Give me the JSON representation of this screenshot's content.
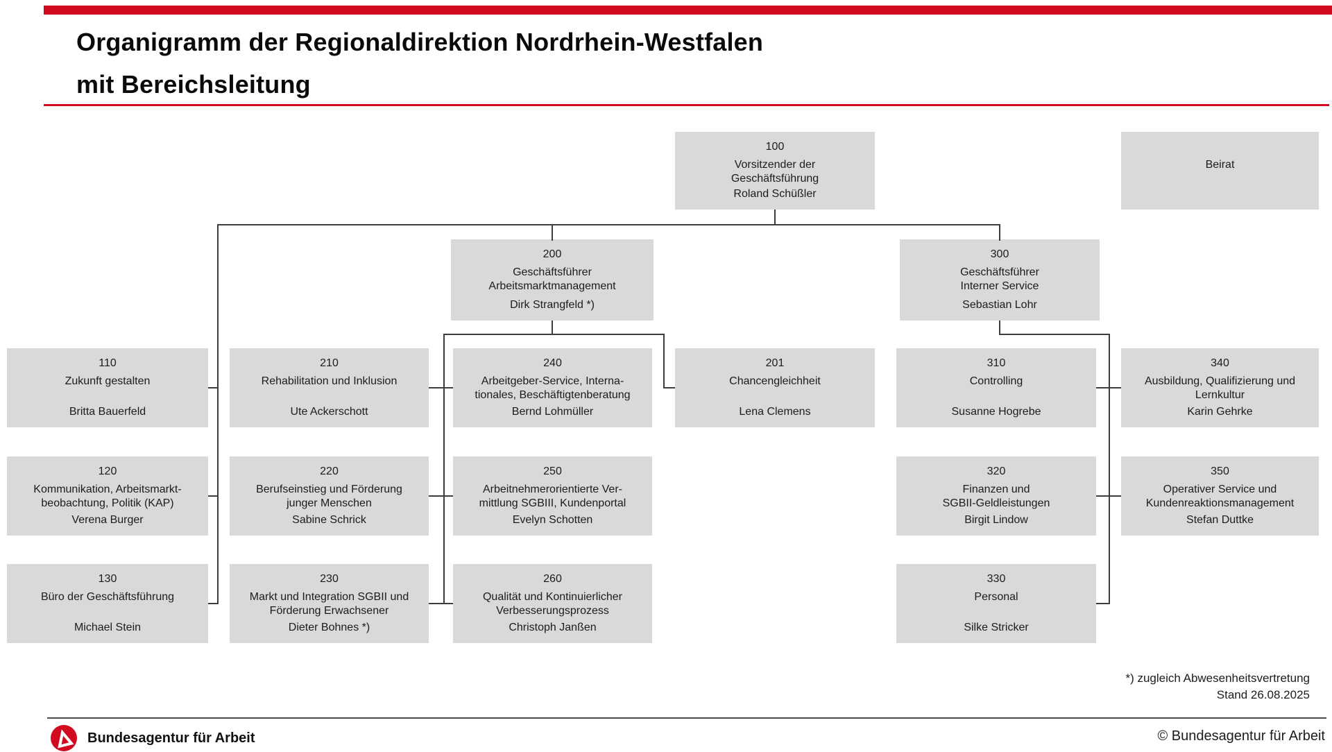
{
  "header": {
    "title": "Organigramm der Regionaldirektion Nordrhein-Westfalen\nmit Bereichsleitung"
  },
  "colors": {
    "brand_red": "#d20a1f",
    "box_bg": "#d9d9d9",
    "line": "#3c3c3c"
  },
  "nodes": {
    "n100": {
      "code": "100",
      "title": "Vorsitzender der\nGeschäftsführung",
      "person": "Roland Schüßler"
    },
    "beirat": {
      "code": "",
      "title": "Beirat",
      "person": ""
    },
    "n200": {
      "code": "200",
      "title": "Geschäftsführer\nArbeitsmarktmanagement",
      "person": "Dirk Strangfeld *)"
    },
    "n300": {
      "code": "300",
      "title": "Geschäftsführer\nInterner Service",
      "person": "Sebastian Lohr"
    },
    "n110": {
      "code": "110",
      "title": "Zukunft gestalten",
      "person": "Britta Bauerfeld"
    },
    "n120": {
      "code": "120",
      "title": "Kommunikation, Arbeitsmarkt-\nbeobachtung, Politik (KAP)",
      "person": "Verena Burger"
    },
    "n130": {
      "code": "130",
      "title": "Büro der Geschäftsführung",
      "person": "Michael Stein"
    },
    "n210": {
      "code": "210",
      "title": "Rehabilitation und Inklusion",
      "person": "Ute Ackerschott"
    },
    "n220": {
      "code": "220",
      "title": "Berufseinstieg und Förderung\njunger Menschen",
      "person": "Sabine Schrick"
    },
    "n230": {
      "code": "230",
      "title": "Markt und Integration SGBII und\nFörderung Erwachsener",
      "person": "Dieter Bohnes *)"
    },
    "n240": {
      "code": "240",
      "title": "Arbeitgeber-Service, Interna-\ntionales, Beschäftigtenberatung",
      "person": "Bernd Lohmüller"
    },
    "n250": {
      "code": "250",
      "title": "Arbeitnehmerorientierte Ver-\nmittlung SGBIII, Kundenportal",
      "person": "Evelyn Schotten"
    },
    "n260": {
      "code": "260",
      "title": "Qualität und Kontinuierlicher\nVerbesserungsprozess",
      "person": "Christoph Janßen"
    },
    "n201": {
      "code": "201",
      "title": "Chancengleichheit",
      "person": "Lena Clemens"
    },
    "n310": {
      "code": "310",
      "title": "Controlling",
      "person": "Susanne Hogrebe"
    },
    "n320": {
      "code": "320",
      "title": "Finanzen und\nSGBII-Geldleistungen",
      "person": "Birgit Lindow"
    },
    "n330": {
      "code": "330",
      "title": "Personal",
      "person": "Silke Stricker"
    },
    "n340": {
      "code": "340",
      "title": "Ausbildung, Qualifizierung und\nLernkultur",
      "person": "Karin Gehrke"
    },
    "n350": {
      "code": "350",
      "title": "Operativer Service und\nKundenreaktionsmanagement",
      "person": "Stefan Duttke"
    }
  },
  "footnote": {
    "text": "*) zugleich Abwesenheitsvertretung\nStand 26.08.2025"
  },
  "footer": {
    "logo_text": "Bundesagentur für Arbeit",
    "copyright": "© Bundesagentur für Arbeit"
  }
}
